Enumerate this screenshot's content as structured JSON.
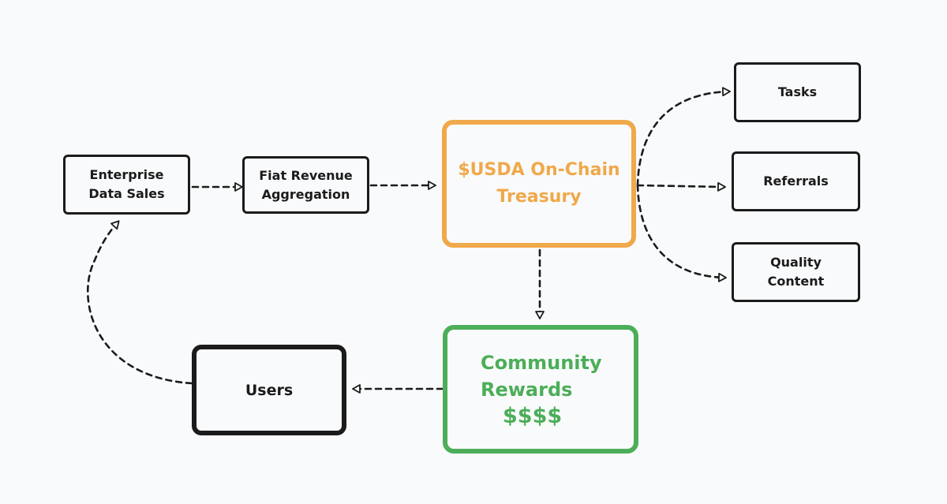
{
  "diagram": {
    "nodes": {
      "enterprise": {
        "label": "Enterprise\nData Sales"
      },
      "fiat": {
        "label": "Fiat Revenue\nAggregation"
      },
      "treasury": {
        "label": "$USDA On-Chain\nTreasury"
      },
      "tasks": {
        "label": "Tasks"
      },
      "referrals": {
        "label": "Referrals"
      },
      "quality": {
        "label": "Quality\nContent"
      },
      "rewards": {
        "line1": "Community",
        "line2": "Rewards",
        "line3": "$$$$"
      },
      "users": {
        "label": "Users"
      }
    },
    "colors": {
      "treasury": "#f0a94a",
      "rewards": "#4cae58",
      "ink": "#1b1b1b",
      "background": "#f9fafb"
    }
  }
}
